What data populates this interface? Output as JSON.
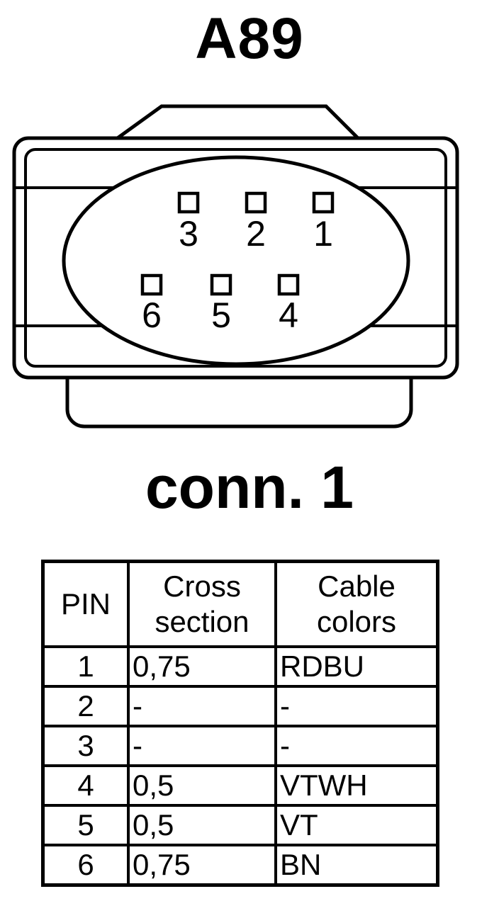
{
  "title": "A89",
  "connector_label": "conn. 1",
  "connector": {
    "pins_top_row": [
      "3",
      "2",
      "1"
    ],
    "pins_bottom_row": [
      "6",
      "5",
      "4"
    ]
  },
  "table": {
    "headers": {
      "pin": "PIN",
      "cross_section": "Cross section",
      "cable_colors": "Cable colors"
    },
    "rows": [
      {
        "pin": "1",
        "cross_section": "0,75",
        "cable_color": "RDBU"
      },
      {
        "pin": "2",
        "cross_section": "-",
        "cable_color": "-"
      },
      {
        "pin": "3",
        "cross_section": "-",
        "cable_color": "-"
      },
      {
        "pin": "4",
        "cross_section": "0,5",
        "cable_color": "VTWH"
      },
      {
        "pin": "5",
        "cross_section": "0,5",
        "cable_color": "VT"
      },
      {
        "pin": "6",
        "cross_section": "0,75",
        "cable_color": "BN"
      }
    ]
  },
  "colors": {
    "line": "#000000",
    "background": "#ffffff"
  }
}
